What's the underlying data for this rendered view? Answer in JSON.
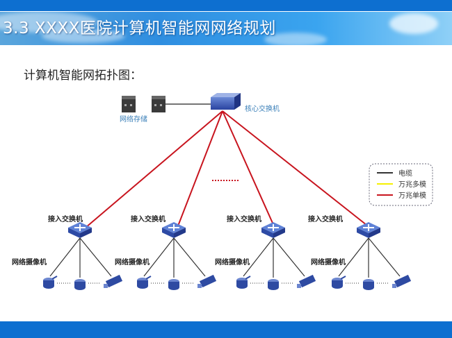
{
  "title": "3.3 XXXX医院计算机智能网网络规划",
  "subtitle": "计算机智能网拓扑图：",
  "diagram": {
    "core_switch_label": "核心交换机",
    "storage_label": "网络存储",
    "access_switch_label": "接入交换机",
    "camera_label": "网络摄像机",
    "ellipsis": "......",
    "legend": [
      {
        "label": "电缆",
        "color": "#333333"
      },
      {
        "label": "万兆多模",
        "color": "#f5f000"
      },
      {
        "label": "万兆单模",
        "color": "#c8141e"
      }
    ]
  }
}
